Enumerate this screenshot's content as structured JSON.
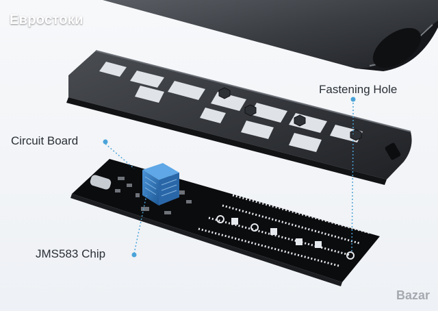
{
  "watermark": "Евростоки",
  "callouts": {
    "fastening_hole": "Fastening Hole",
    "circuit_board": "Circuit Board",
    "chip": "JMS583 Chip"
  },
  "logo": "Bazar",
  "colors": {
    "background": "#f4f6f9",
    "enclosure": "#2b2e33",
    "board": "#0b0c0e",
    "chip": "#2d6fb5",
    "callout_line": "#4aa3d8"
  }
}
